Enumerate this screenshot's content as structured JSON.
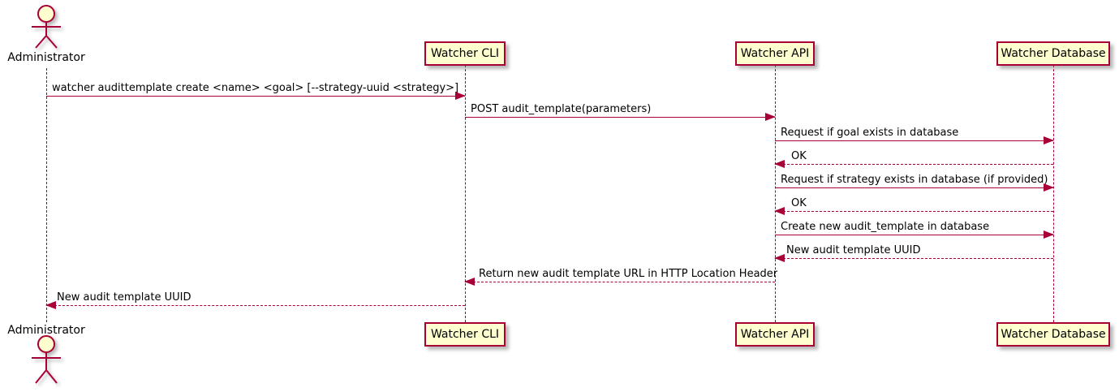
{
  "diagram": {
    "type": "sequence-diagram",
    "style": "plantuml",
    "colors": {
      "participant_fill": "#FEFECE",
      "line_and_border": "#A80036",
      "text": "#000000",
      "background": "#FFFFFF"
    }
  },
  "participants": [
    {
      "id": "administrator",
      "label": "Administrator",
      "kind": "actor"
    },
    {
      "id": "watcher-cli",
      "label": "Watcher CLI",
      "kind": "participant"
    },
    {
      "id": "watcher-api",
      "label": "Watcher API",
      "kind": "participant"
    },
    {
      "id": "watcher-database",
      "label": "Watcher Database",
      "kind": "participant"
    }
  ],
  "messages": [
    {
      "from": "Administrator",
      "to": "Watcher CLI",
      "line": "solid",
      "label": "watcher audittemplate create <name> <goal> [--strategy-uuid <strategy>]"
    },
    {
      "from": "Watcher CLI",
      "to": "Watcher API",
      "line": "solid",
      "label": "POST audit_template(parameters)"
    },
    {
      "from": "Watcher API",
      "to": "Watcher Database",
      "line": "solid",
      "label": "Request if goal exists in database"
    },
    {
      "from": "Watcher Database",
      "to": "Watcher API",
      "line": "dotted",
      "label": "OK"
    },
    {
      "from": "Watcher API",
      "to": "Watcher Database",
      "line": "solid",
      "label": "Request if strategy exists in database (if provided)"
    },
    {
      "from": "Watcher Database",
      "to": "Watcher API",
      "line": "dotted",
      "label": "OK"
    },
    {
      "from": "Watcher API",
      "to": "Watcher Database",
      "line": "solid",
      "label": "Create new audit_template in database"
    },
    {
      "from": "Watcher Database",
      "to": "Watcher API",
      "line": "dotted",
      "label": "New audit template UUID"
    },
    {
      "from": "Watcher API",
      "to": "Watcher CLI",
      "line": "dotted",
      "label": "Return new audit template URL in HTTP Location Header"
    },
    {
      "from": "Watcher CLI",
      "to": "Administrator",
      "line": "dotted",
      "label": "New audit template UUID"
    }
  ]
}
